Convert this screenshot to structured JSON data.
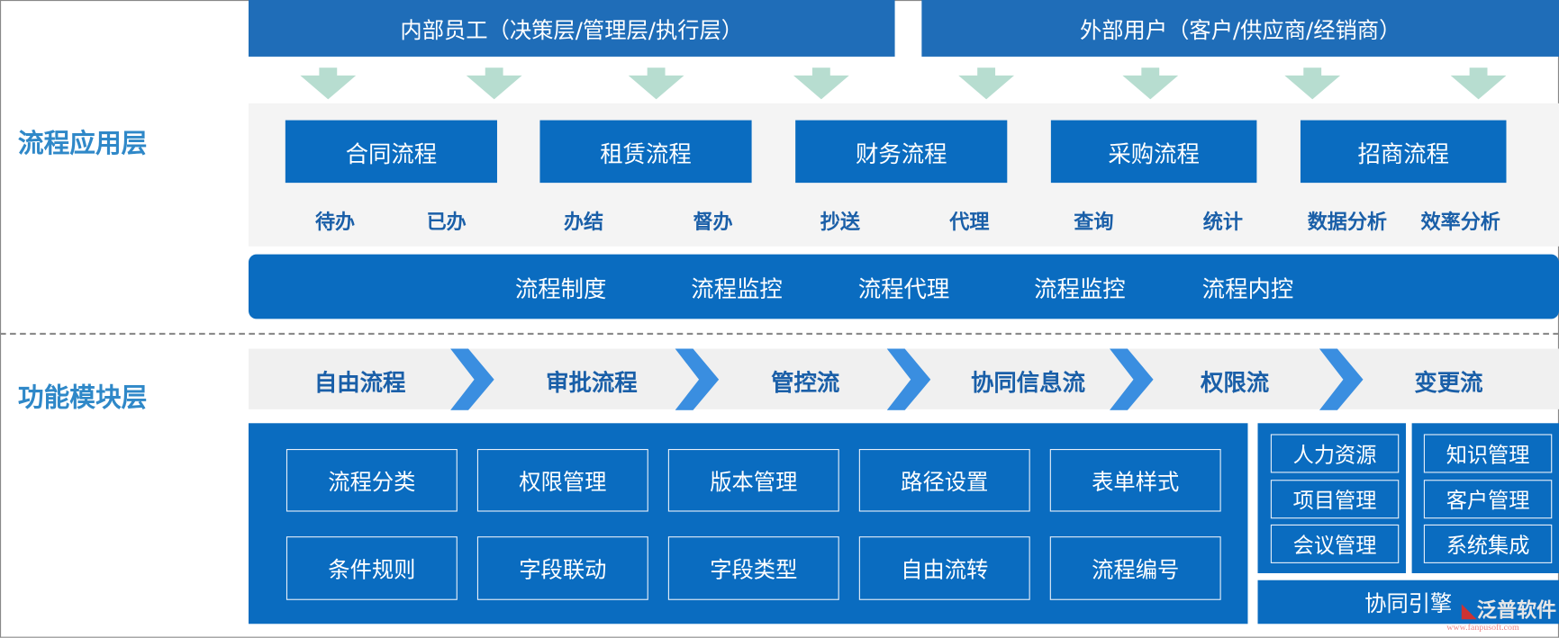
{
  "header": {
    "internal_users": "内部员工（决策层/管理层/执行层）",
    "external_users": "外部用户（客户/供应商/经销商）"
  },
  "layers": {
    "application": "流程应用层",
    "function": "功能模块层"
  },
  "flows": [
    "合同流程",
    "租赁流程",
    "财务流程",
    "采购流程",
    "招商流程"
  ],
  "sub_items": [
    "待办",
    "已办",
    "办结",
    "督办",
    "抄送",
    "代理",
    "查询",
    "统计",
    "数据分析",
    "效率分析"
  ],
  "control_bar": [
    "流程制度",
    "流程监控",
    "流程代理",
    "流程监控",
    "流程内控"
  ],
  "chevron_steps": [
    "自由流程",
    "审批流程",
    "管控流",
    "协同信息流",
    "权限流",
    "变更流"
  ],
  "modules": [
    "流程分类",
    "权限管理",
    "版本管理",
    "路径设置",
    "表单样式",
    "条件规则",
    "字段联动",
    "字段类型",
    "自由流转",
    "流程编号"
  ],
  "side_left": [
    "人力资源",
    "项目管理",
    "会议管理"
  ],
  "side_right": [
    "知识管理",
    "客户管理",
    "系统集成"
  ],
  "engine": "协同引擎",
  "watermark": {
    "brand": "泛普软件",
    "url": "www.fanpusoft.com"
  },
  "colors": {
    "primary": "#0a6cc0",
    "banner": "#1f6db8",
    "arrow": "#b7ddd0",
    "chevron": "#3a8ee0",
    "layer_label": "#2f88c8",
    "panel": "#f4f4f4"
  }
}
